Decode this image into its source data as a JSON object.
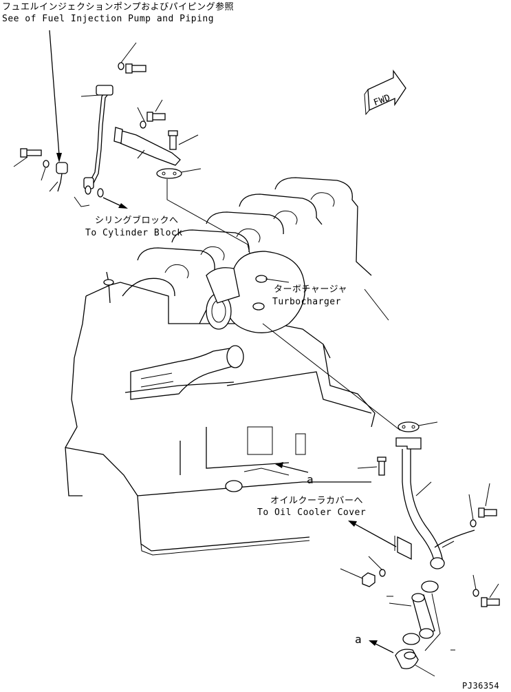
{
  "labels": {
    "fuel_pump_ja": "フュエルインジェクションポンプおよびパイピング参照",
    "fuel_pump_en": "See of Fuel Injection Pump and Piping",
    "cyl_block_ja": "シリングブロックへ",
    "cyl_block_en": "To Cylinder Block",
    "turbo_ja": "ターボチャージャ",
    "turbo_en": "Turbocharger",
    "oil_cooler_ja": "オイルクーラカバーへ",
    "oil_cooler_en": "To Oil Cooler Cover",
    "ref_a1": "a",
    "ref_a2": "a",
    "fwd": "FWD",
    "drawing_no": "PJ36354"
  }
}
